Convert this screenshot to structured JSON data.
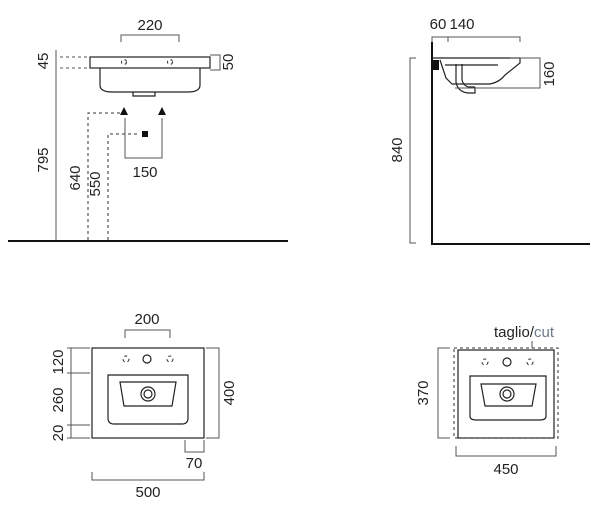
{
  "views": {
    "front": {
      "width": "220",
      "rim_left": "45",
      "rim_right": "50",
      "height_total": "795",
      "height_tap": "640",
      "height_drain": "550",
      "tap_spacing": "150"
    },
    "side": {
      "rim": "60",
      "depth": "140",
      "bowl_height": "160",
      "height_total": "840"
    },
    "top": {
      "tap_width": "200",
      "tap_zone": "120",
      "bowl_zone": "260",
      "front_edge": "20",
      "depth": "400",
      "back_offset": "70",
      "total_width": "500"
    },
    "cut": {
      "label_main": "taglio",
      "label_sep": "/",
      "label_alt": "cut",
      "depth": "370",
      "width": "450"
    }
  }
}
